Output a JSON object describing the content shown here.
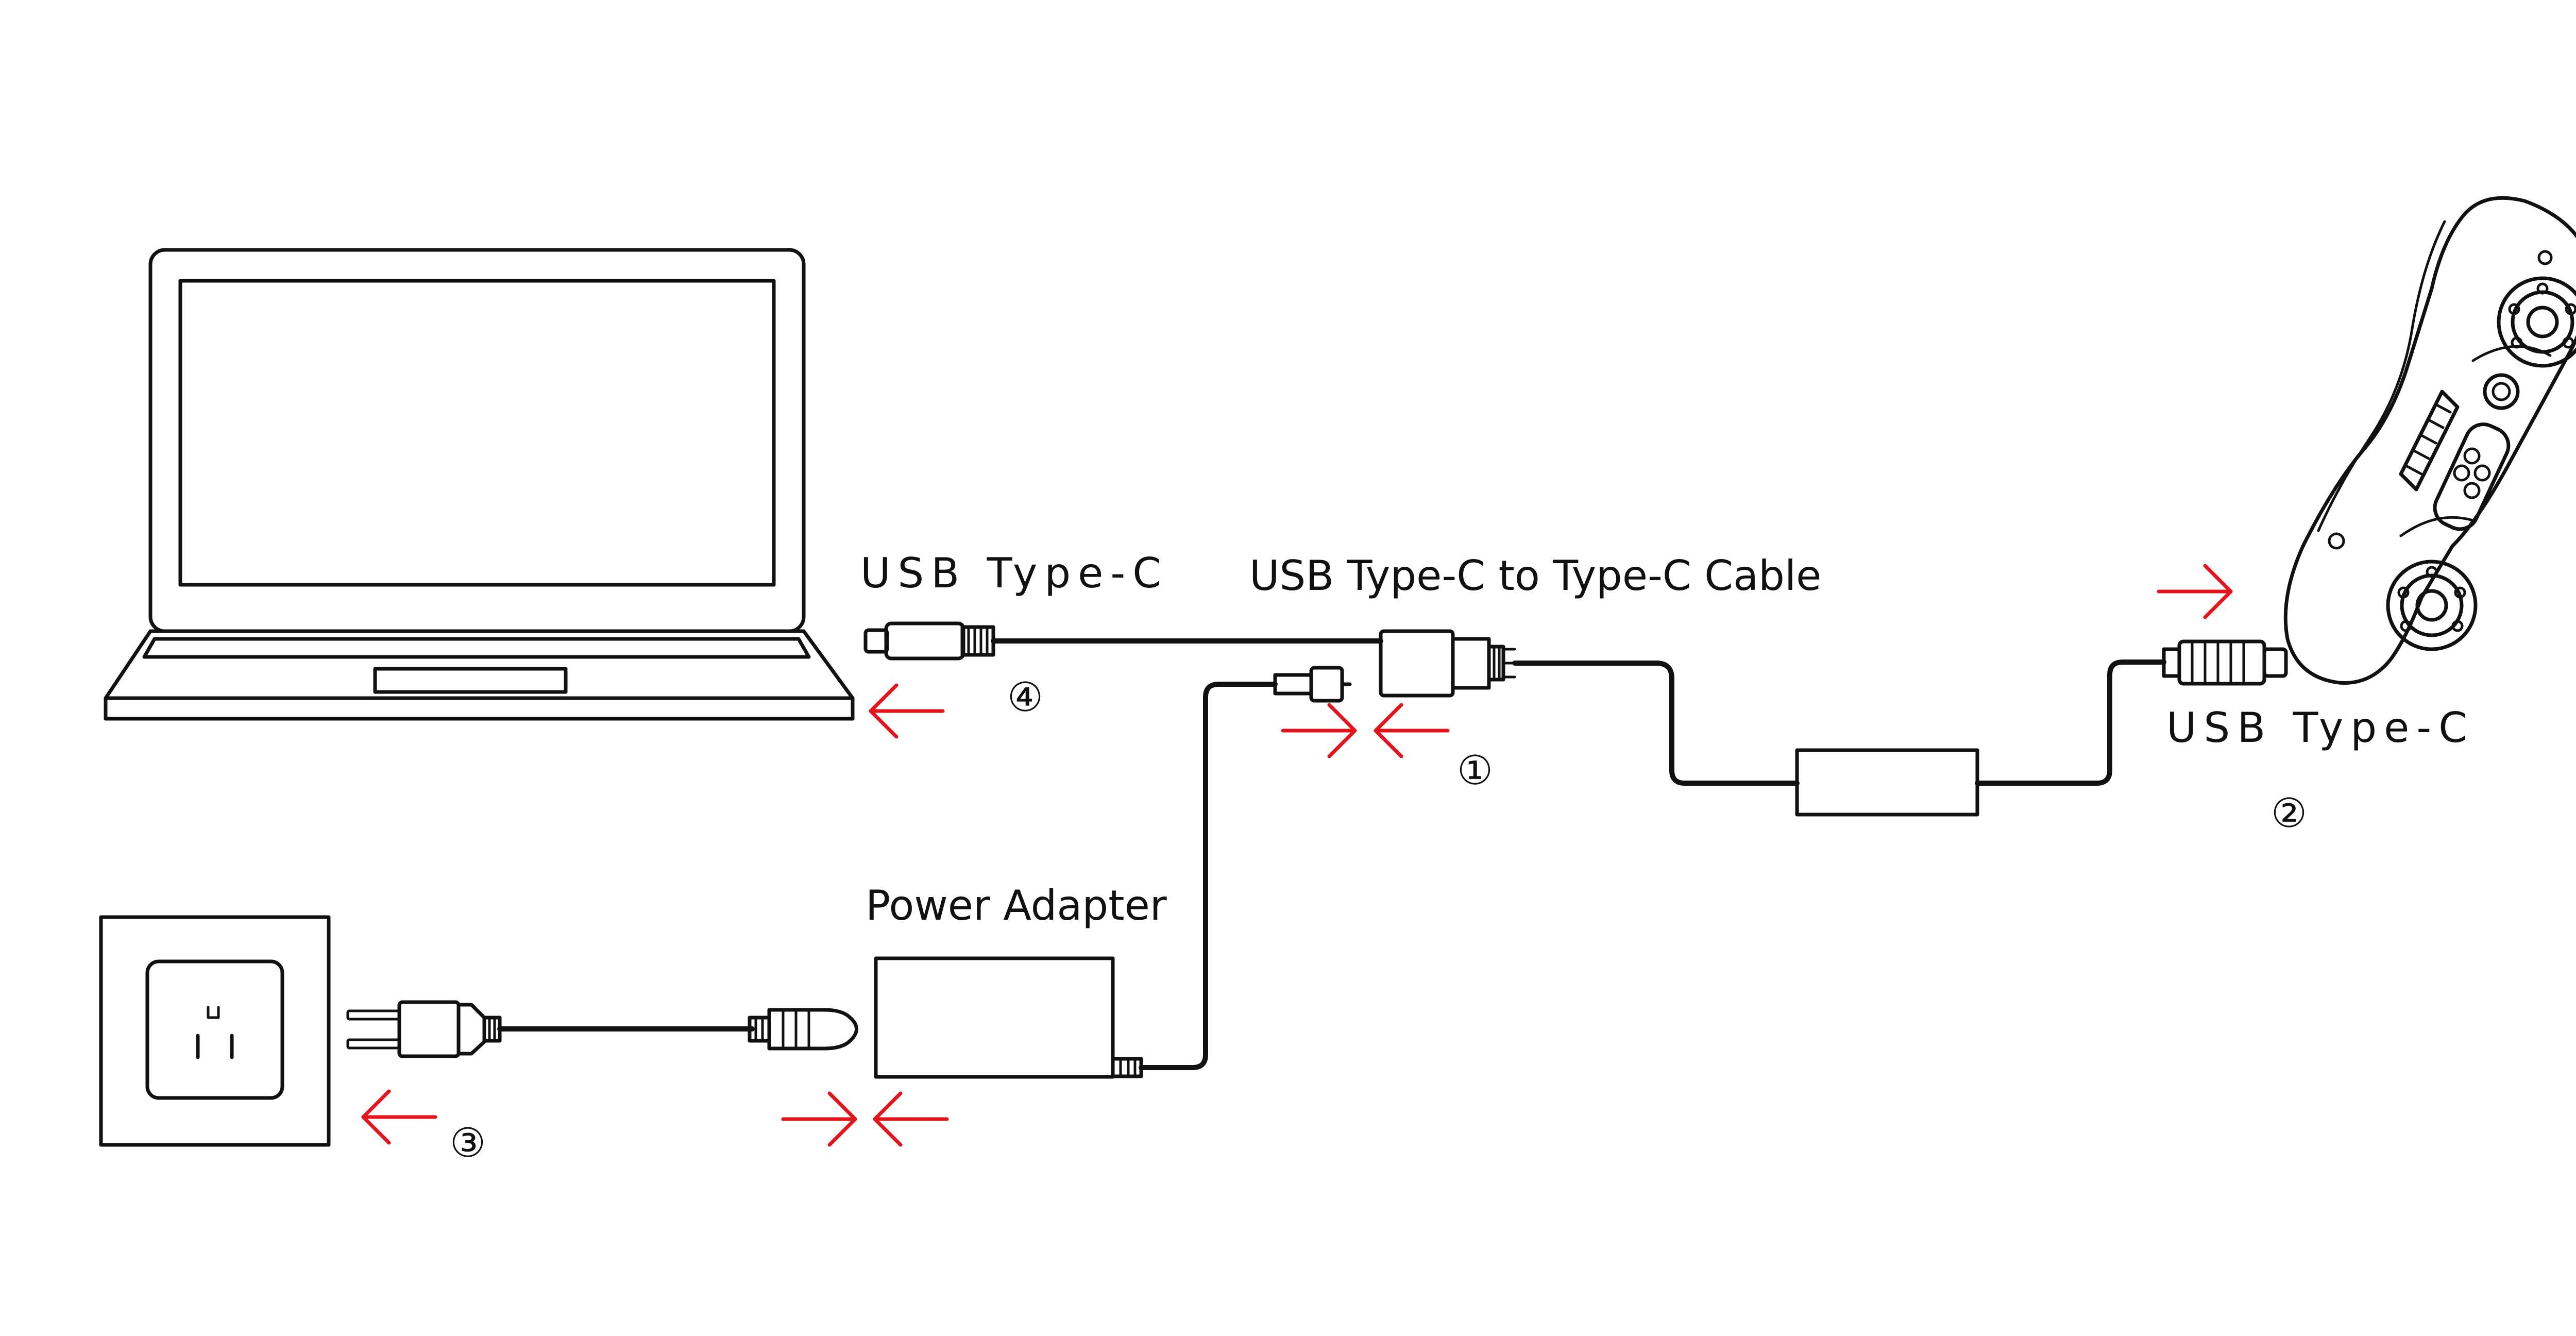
{
  "labels": {
    "laptop_port": "USB Type-C",
    "cable": "USB Type-C to Type-C Cable",
    "device_port": "USB Type-C",
    "power_adapter": "Power Adapter"
  },
  "steps": {
    "step1": "①",
    "step2": "②",
    "step3": "③",
    "step4": "④"
  },
  "colors": {
    "arrow": "#e3141b",
    "line": "#111111",
    "background": "#ffffff"
  },
  "icons": {
    "laptop": "laptop-icon",
    "scanner": "3d-scanner-icon",
    "outlet": "wall-outlet-icon",
    "adapter": "power-adapter-icon",
    "plug": "power-plug-icon"
  }
}
